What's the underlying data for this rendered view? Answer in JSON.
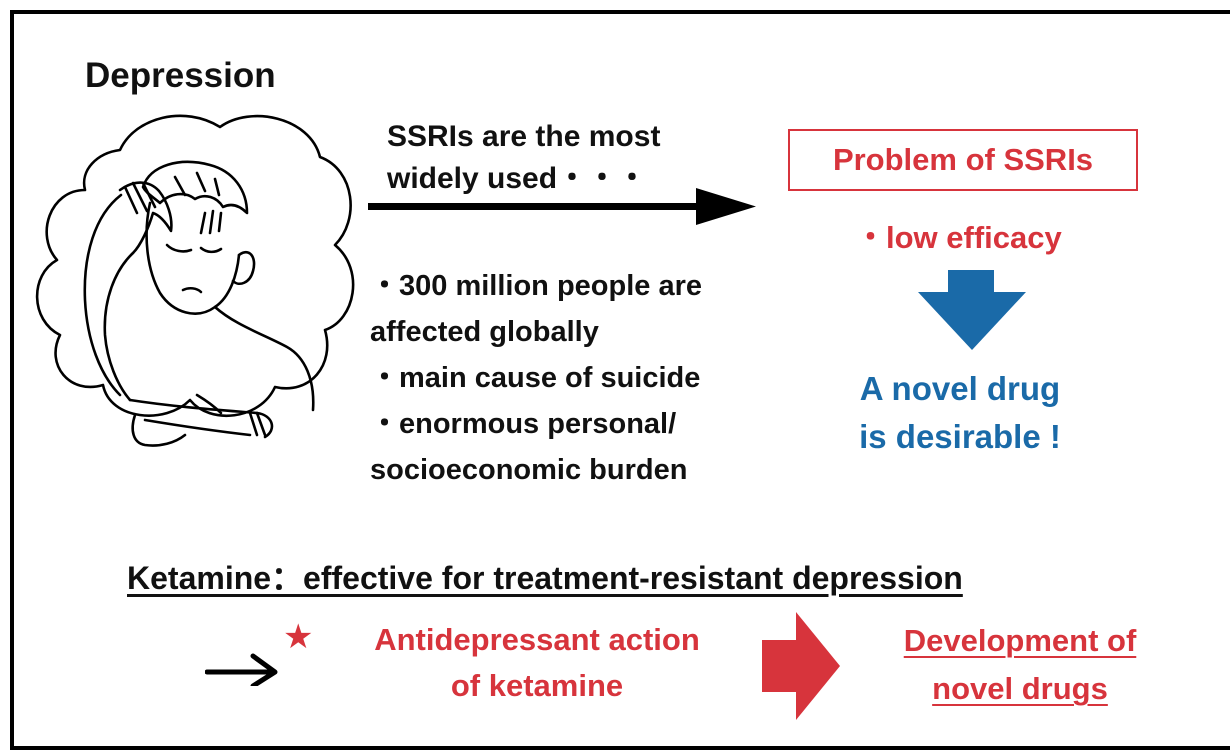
{
  "diagram": {
    "title": "Depression",
    "ssri_line1": "SSRIs are the most",
    "ssri_line2": "widely used・・・",
    "facts": [
      "・300 million people are",
      "affected globally",
      "・main cause of suicide",
      "・enormous personal/",
      "socioeconomic burden"
    ],
    "problem_title": "Problem of SSRIs",
    "problem_item": "・low efficacy",
    "novel_line1": "A novel drug",
    "novel_line2": "is desirable !",
    "ketamine": "Ketamine：effective for treatment-resistant depression",
    "star": "★",
    "action_line1": "Antidepressant action",
    "action_line2": "of ketamine",
    "development_line1": "Development of",
    "development_line2": "novel drugs"
  },
  "colors": {
    "red": "#d7343c",
    "blue": "#1a6aa8",
    "black": "#111111"
  },
  "icons": {
    "person": "depressed-person-icon",
    "main_arrow": "arrow-right-icon",
    "down_arrow": "arrow-down-icon",
    "small_arrow": "arrow-right-icon",
    "block_arrow": "block-arrow-right-icon"
  }
}
